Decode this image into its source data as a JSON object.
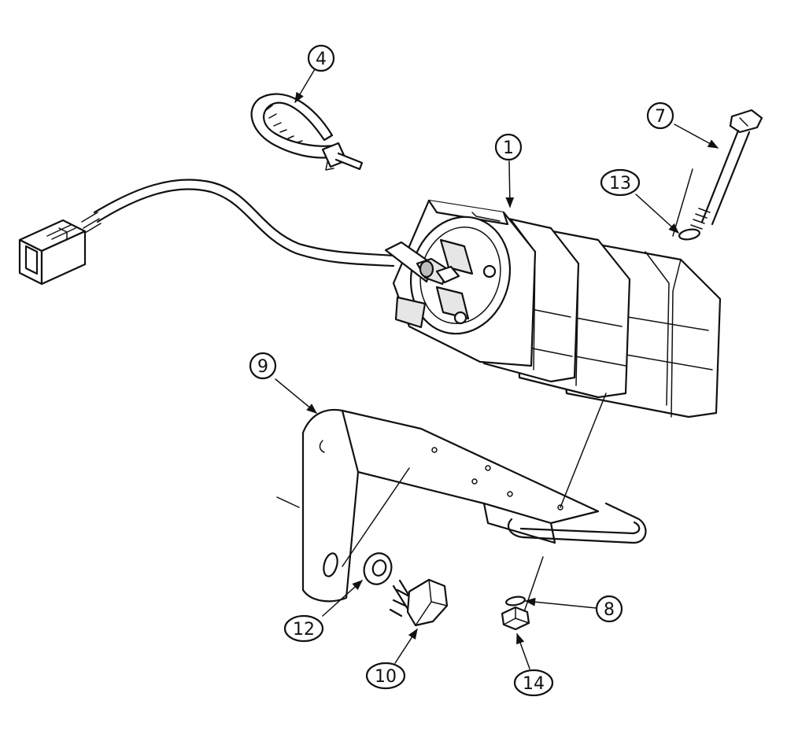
{
  "diagram": {
    "callouts": [
      {
        "id": "1",
        "label": "1"
      },
      {
        "id": "4",
        "label": "4"
      },
      {
        "id": "7",
        "label": "7"
      },
      {
        "id": "8",
        "label": "8"
      },
      {
        "id": "9",
        "label": "9"
      },
      {
        "id": "10",
        "label": "10"
      },
      {
        "id": "12",
        "label": "12"
      },
      {
        "id": "13",
        "label": "13"
      },
      {
        "id": "14",
        "label": "14"
      }
    ]
  }
}
